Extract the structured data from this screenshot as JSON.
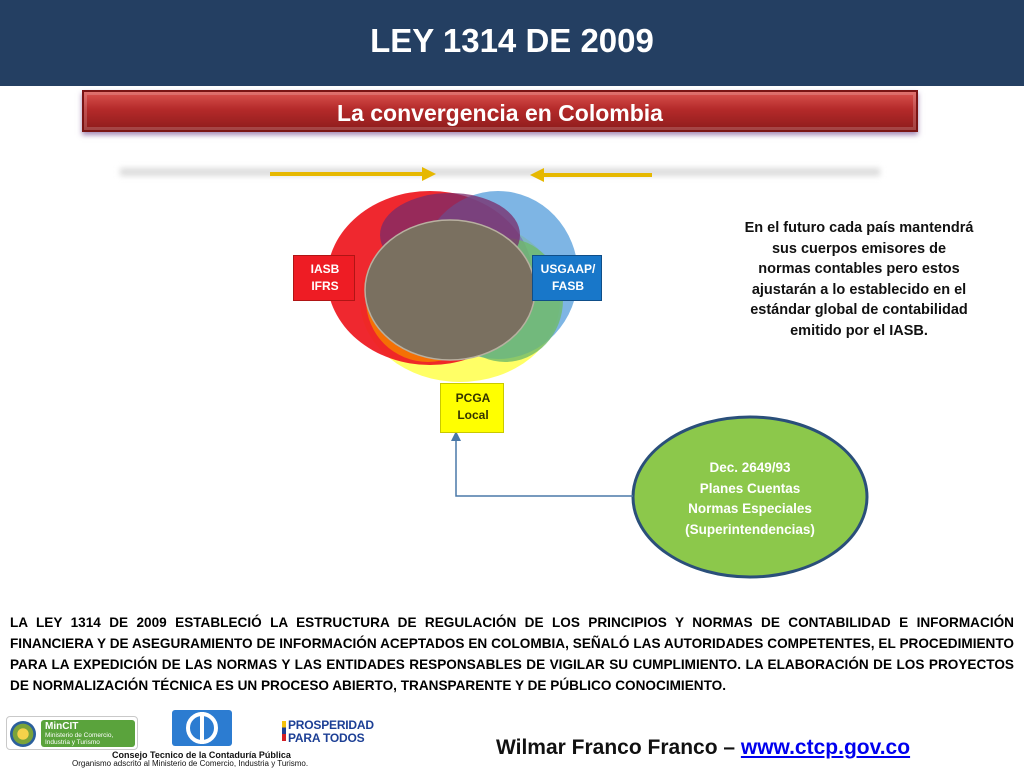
{
  "header": {
    "title": "LEY 1314 DE 2009"
  },
  "subtitle": {
    "text": "La convergencia en Colombia"
  },
  "diagram": {
    "iasb_label": "IASB\nIFRS",
    "usgaap_label": "USGAAP/\nFASB",
    "pcga_label": "PCGA\nLocal",
    "side_note": "En el futuro cada país mantendrá sus cuerpos emisores de normas contables pero estos ajustarán a lo establecido en el estándar global de contabilidad emitido por el IASB.",
    "green_circle": "Dec. 2649/93\nPlanes Cuentas\nNormas Especiales\n(Superintendencias)",
    "colors": {
      "red": "#ee1c24",
      "blue": "#5aa0dc",
      "yellow": "#ffff66",
      "overlap": "#7a7060",
      "green": "#8cc84b",
      "arrow": "#e6b800"
    }
  },
  "body_text": "LA LEY 1314 DE 2009 ESTABLECIÓ LA ESTRUCTURA DE REGULACIÓN  DE LOS PRINCIPIOS Y NORMAS DE CONTABILIDAD E INFORMACIÓN FINANCIERA Y DE ASEGURAMIENTO DE INFORMACIÓN ACEPTADOS EN COLOMBIA, SEÑALÓ LAS AUTORIDADES COMPETENTES, EL PROCEDIMIENTO PARA LA EXPEDICIÓN  DE LAS NORMAS Y LAS ENTIDADES RESPONSABLES DE VIGILAR SU CUMPLIMIENTO. LA ELABORACIÓN DE LOS PROYECTOS DE NORMALIZACIÓN TÉCNICA ES UN PROCESO ABIERTO, TRANSPARENTE Y DE PÚBLICO CONOCIMIENTO.",
  "footer": {
    "mincit_name": "MinCIT",
    "mincit_sub": "Ministerio de Comercio, Industria y Turismo",
    "prosperidad_l1": "PROSPERIDAD",
    "prosperidad_l2": "PARA TODOS",
    "ctcp_caption1": "Consejo Tecnico de la Contaduría Pública",
    "ctcp_caption2": "Organismo adscrito al Ministerio de Comercio, Industria y Turismo.",
    "author_name": "Wilmar Franco Franco – ",
    "author_link": "www.ctcp.gov.co"
  }
}
